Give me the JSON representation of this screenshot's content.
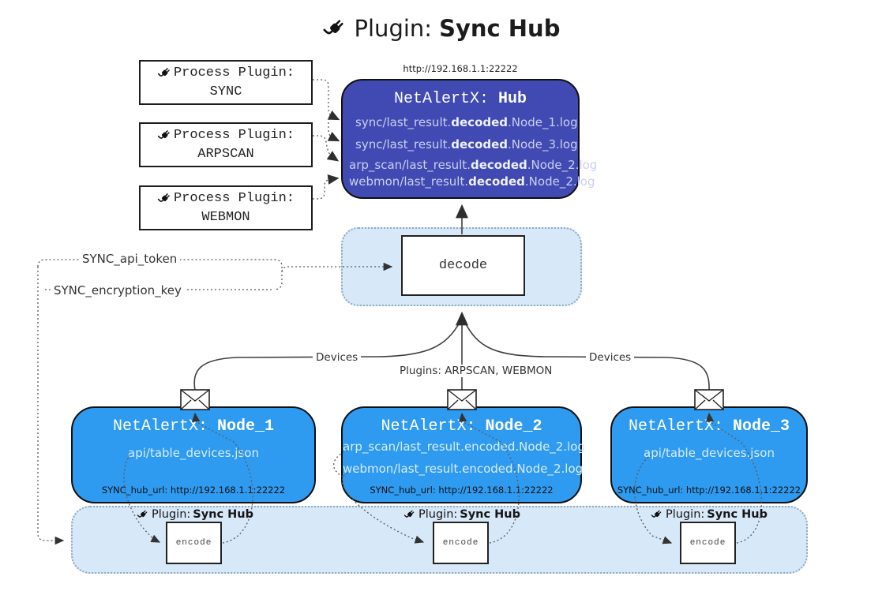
{
  "title": {
    "prefix": "Plugin:",
    "name": "Sync Hub"
  },
  "process_plugins": [
    {
      "label": "Process Plugin:",
      "name": "SYNC"
    },
    {
      "label": "Process Plugin:",
      "name": "ARPSCAN"
    },
    {
      "label": "Process Plugin:",
      "name": "WEBMON"
    }
  ],
  "hub": {
    "url": "http://192.168.1.1:22222",
    "title_prefix": "NetAlertX:",
    "title_name": "Hub",
    "logs": [
      {
        "pre": "sync/last_result.",
        "bold": "decoded",
        "post": ".Node_1.log"
      },
      {
        "pre": "sync/last_result.",
        "bold": "decoded",
        "post": ".Node_3.log"
      },
      {
        "pre": "arp_scan/last_result.",
        "bold": "decoded",
        "post": ".Node_2.log"
      },
      {
        "pre": "webmon/last_result.",
        "bold": "decoded",
        "post": ".Node_2.log"
      }
    ]
  },
  "decode_area": {
    "label": "decode"
  },
  "keys": {
    "api_token": "SYNC_api_token",
    "encryption_key": "SYNC_encryption_key"
  },
  "edge_labels": {
    "devices_left": "Devices",
    "plugins_mid": "Plugins: ARPSCAN, WEBMON",
    "devices_right": "Devices"
  },
  "nodes": [
    {
      "title_prefix": "NetAlertX:",
      "title_name": "Node_1",
      "files": [
        "api/table_devices.json"
      ],
      "hub_url": "SYNC_hub_url: http://192.168.1.1:22222"
    },
    {
      "title_prefix": "NetAlertX:",
      "title_name": "Node_2",
      "files": [
        "arp_scan/last_result.encoded.Node_2.log",
        "webmon/last_result.encoded.Node_2.log"
      ],
      "hub_url": "SYNC_hub_url: http://192.168.1.1:22222"
    },
    {
      "title_prefix": "NetAlertX:",
      "title_name": "Node_3",
      "files": [
        "api/table_devices.json"
      ],
      "hub_url": "SYNC_hub_url: http://192.168.1.1:22222"
    }
  ],
  "sync_band": {
    "plugin_prefix": "Plugin:",
    "plugin_name": "Sync Hub",
    "encode_label": "encode"
  },
  "icons": {
    "plug": "plug-icon",
    "envelope": "envelope-icon"
  },
  "colors": {
    "hub_bg": "#414AB2",
    "node_bg": "#2E9BF0",
    "band_bg": "#D7E8F8",
    "band_border": "#8FA8C2",
    "line": "#3F3F3F"
  }
}
